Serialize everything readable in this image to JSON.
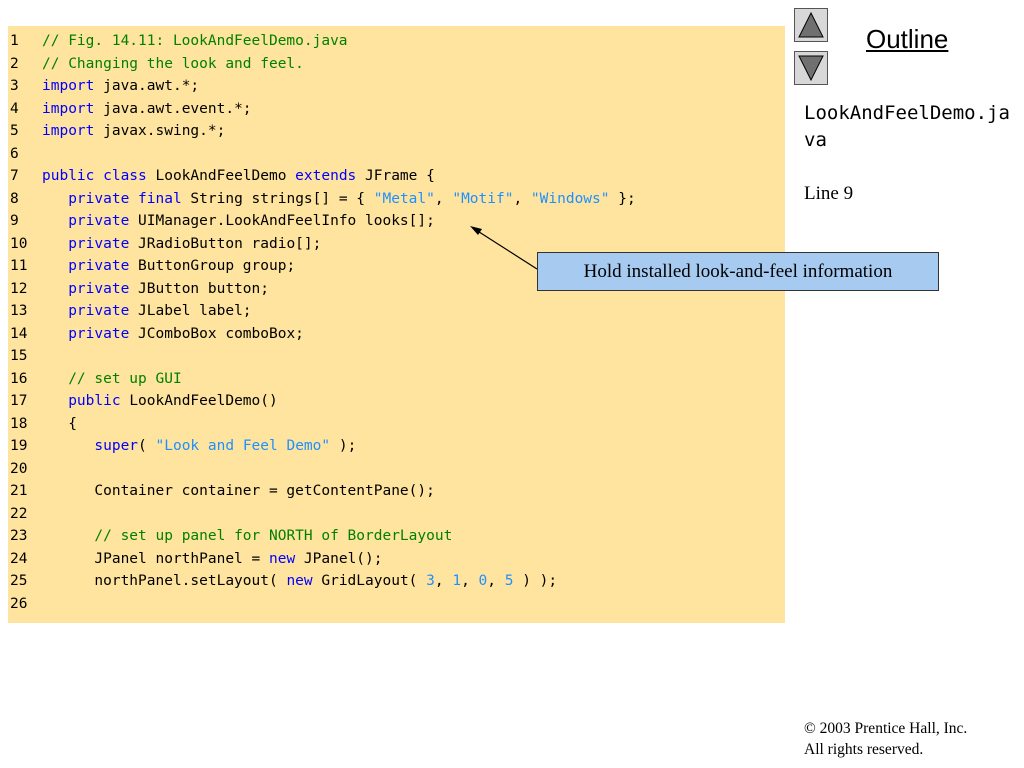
{
  "outline": {
    "title": "Outline",
    "up_icon": "triangle-up-icon",
    "down_icon": "triangle-down-icon"
  },
  "sidebar": {
    "file_name": "LookAndFeelDemo.java",
    "line_ref": "Line 9",
    "callout": "Hold installed look-and-feel information"
  },
  "footer": {
    "copyright": "© 2003 Prentice Hall, Inc.",
    "rights": "All rights reserved."
  },
  "code_lines": [
    {
      "n": "1",
      "parts": [
        [
          "cm",
          "// Fig. 14.11: LookAndFeelDemo.java"
        ]
      ]
    },
    {
      "n": "2",
      "parts": [
        [
          "cm",
          "// Changing the look and feel."
        ]
      ]
    },
    {
      "n": "3",
      "parts": [
        [
          "kw",
          "import"
        ],
        [
          "",
          " java.awt.*;"
        ]
      ]
    },
    {
      "n": "4",
      "parts": [
        [
          "kw",
          "import"
        ],
        [
          "",
          " java.awt.event.*;"
        ]
      ]
    },
    {
      "n": "5",
      "parts": [
        [
          "kw",
          "import"
        ],
        [
          "",
          " javax.swing.*;"
        ]
      ]
    },
    {
      "n": "6",
      "parts": []
    },
    {
      "n": "7",
      "parts": [
        [
          "kw",
          "public class"
        ],
        [
          "",
          " LookAndFeelDemo "
        ],
        [
          "kw",
          "extends"
        ],
        [
          "",
          " JFrame {"
        ]
      ]
    },
    {
      "n": "8",
      "parts": [
        [
          "",
          "   "
        ],
        [
          "kw",
          "private final"
        ],
        [
          "",
          " String strings[] = { "
        ],
        [
          "st",
          "\"Metal\""
        ],
        [
          "",
          ", "
        ],
        [
          "st",
          "\"Motif\""
        ],
        [
          "",
          ", "
        ],
        [
          "st",
          "\"Windows\""
        ],
        [
          "",
          " };"
        ]
      ]
    },
    {
      "n": "9",
      "parts": [
        [
          "",
          "   "
        ],
        [
          "kw",
          "private"
        ],
        [
          "",
          " UIManager.LookAndFeelInfo looks[];"
        ]
      ]
    },
    {
      "n": "10",
      "parts": [
        [
          "",
          "   "
        ],
        [
          "kw",
          "private"
        ],
        [
          "",
          " JRadioButton radio[];"
        ]
      ]
    },
    {
      "n": "11",
      "parts": [
        [
          "",
          "   "
        ],
        [
          "kw",
          "private"
        ],
        [
          "",
          " ButtonGroup group;"
        ]
      ]
    },
    {
      "n": "12",
      "parts": [
        [
          "",
          "   "
        ],
        [
          "kw",
          "private"
        ],
        [
          "",
          " JButton button;"
        ]
      ]
    },
    {
      "n": "13",
      "parts": [
        [
          "",
          "   "
        ],
        [
          "kw",
          "private"
        ],
        [
          "",
          " JLabel label;"
        ]
      ]
    },
    {
      "n": "14",
      "parts": [
        [
          "",
          "   "
        ],
        [
          "kw",
          "private"
        ],
        [
          "",
          " JComboBox comboBox;"
        ]
      ]
    },
    {
      "n": "15",
      "parts": []
    },
    {
      "n": "16",
      "parts": [
        [
          "",
          "   "
        ],
        [
          "cm",
          "// set up GUI"
        ]
      ]
    },
    {
      "n": "17",
      "parts": [
        [
          "",
          "   "
        ],
        [
          "kw",
          "public"
        ],
        [
          "",
          " LookAndFeelDemo()"
        ]
      ]
    },
    {
      "n": "18",
      "parts": [
        [
          "",
          "   {"
        ]
      ]
    },
    {
      "n": "19",
      "parts": [
        [
          "",
          "      "
        ],
        [
          "kw",
          "super"
        ],
        [
          "",
          "( "
        ],
        [
          "st",
          "\"Look and Feel Demo\""
        ],
        [
          "",
          " );"
        ]
      ]
    },
    {
      "n": "20",
      "parts": []
    },
    {
      "n": "21",
      "parts": [
        [
          "",
          "      Container container = getContentPane();"
        ]
      ]
    },
    {
      "n": "22",
      "parts": []
    },
    {
      "n": "23",
      "parts": [
        [
          "",
          "      "
        ],
        [
          "cm",
          "// set up panel for NORTH of BorderLayout"
        ]
      ]
    },
    {
      "n": "24",
      "parts": [
        [
          "",
          "      JPanel northPanel = "
        ],
        [
          "kw",
          "new"
        ],
        [
          "",
          " JPanel();"
        ]
      ]
    },
    {
      "n": "25",
      "parts": [
        [
          "",
          "      northPanel.setLayout( "
        ],
        [
          "kw",
          "new"
        ],
        [
          "",
          " GridLayout( "
        ],
        [
          "nm",
          "3"
        ],
        [
          "",
          ", "
        ],
        [
          "nm",
          "1"
        ],
        [
          "",
          ", "
        ],
        [
          "nm",
          "0"
        ],
        [
          "",
          ", "
        ],
        [
          "nm",
          "5"
        ],
        [
          "",
          " ) );"
        ]
      ]
    },
    {
      "n": "26",
      "parts": []
    }
  ]
}
